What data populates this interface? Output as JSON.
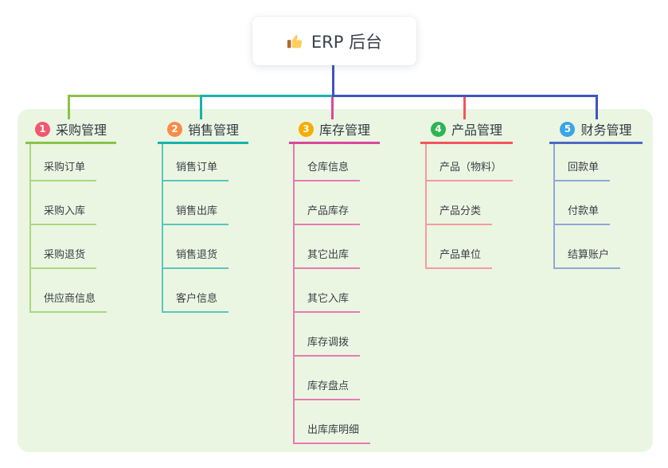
{
  "root": {
    "label": "ERP 后台",
    "icon": "thumbs-up-icon"
  },
  "branches": [
    {
      "number": "1",
      "title": "采购管理",
      "line_color": "#8ac24a",
      "child_line_color": "#abd77f",
      "badge_color": "#f4566d",
      "children": [
        "采购订单",
        "采购入库",
        "采购退货",
        "供应商信息"
      ]
    },
    {
      "number": "2",
      "title": "销售管理",
      "line_color": "#17b3aa",
      "child_line_color": "#59c6bd",
      "badge_color": "#fa8b49",
      "children": [
        "销售订单",
        "销售出库",
        "销售退货",
        "客户信息"
      ]
    },
    {
      "number": "3",
      "title": "库存管理",
      "line_color": "#d8489d",
      "child_line_color": "#e77ab4",
      "badge_color": "#f7ac02",
      "children": [
        "仓库信息",
        "产品库存",
        "其它出库",
        "其它入库",
        "库存调拨",
        "库存盘点",
        "出库库明细"
      ]
    },
    {
      "number": "4",
      "title": "产品管理",
      "line_color": "#f4545e",
      "child_line_color": "#f79aa0",
      "badge_color": "#2eb453",
      "children": [
        "产品（物料）",
        "产品分类",
        "产品单位"
      ]
    },
    {
      "number": "5",
      "title": "财务管理",
      "line_color": "#4053c0",
      "child_line_color": "#90a6dc",
      "badge_color": "#3aa5e8",
      "children": [
        "回款单",
        "付款单",
        "结算账户"
      ]
    }
  ],
  "colors": {
    "panel_background": "#eaf6e1",
    "root_stem": "#4053c0",
    "text": "#3b4049"
  }
}
